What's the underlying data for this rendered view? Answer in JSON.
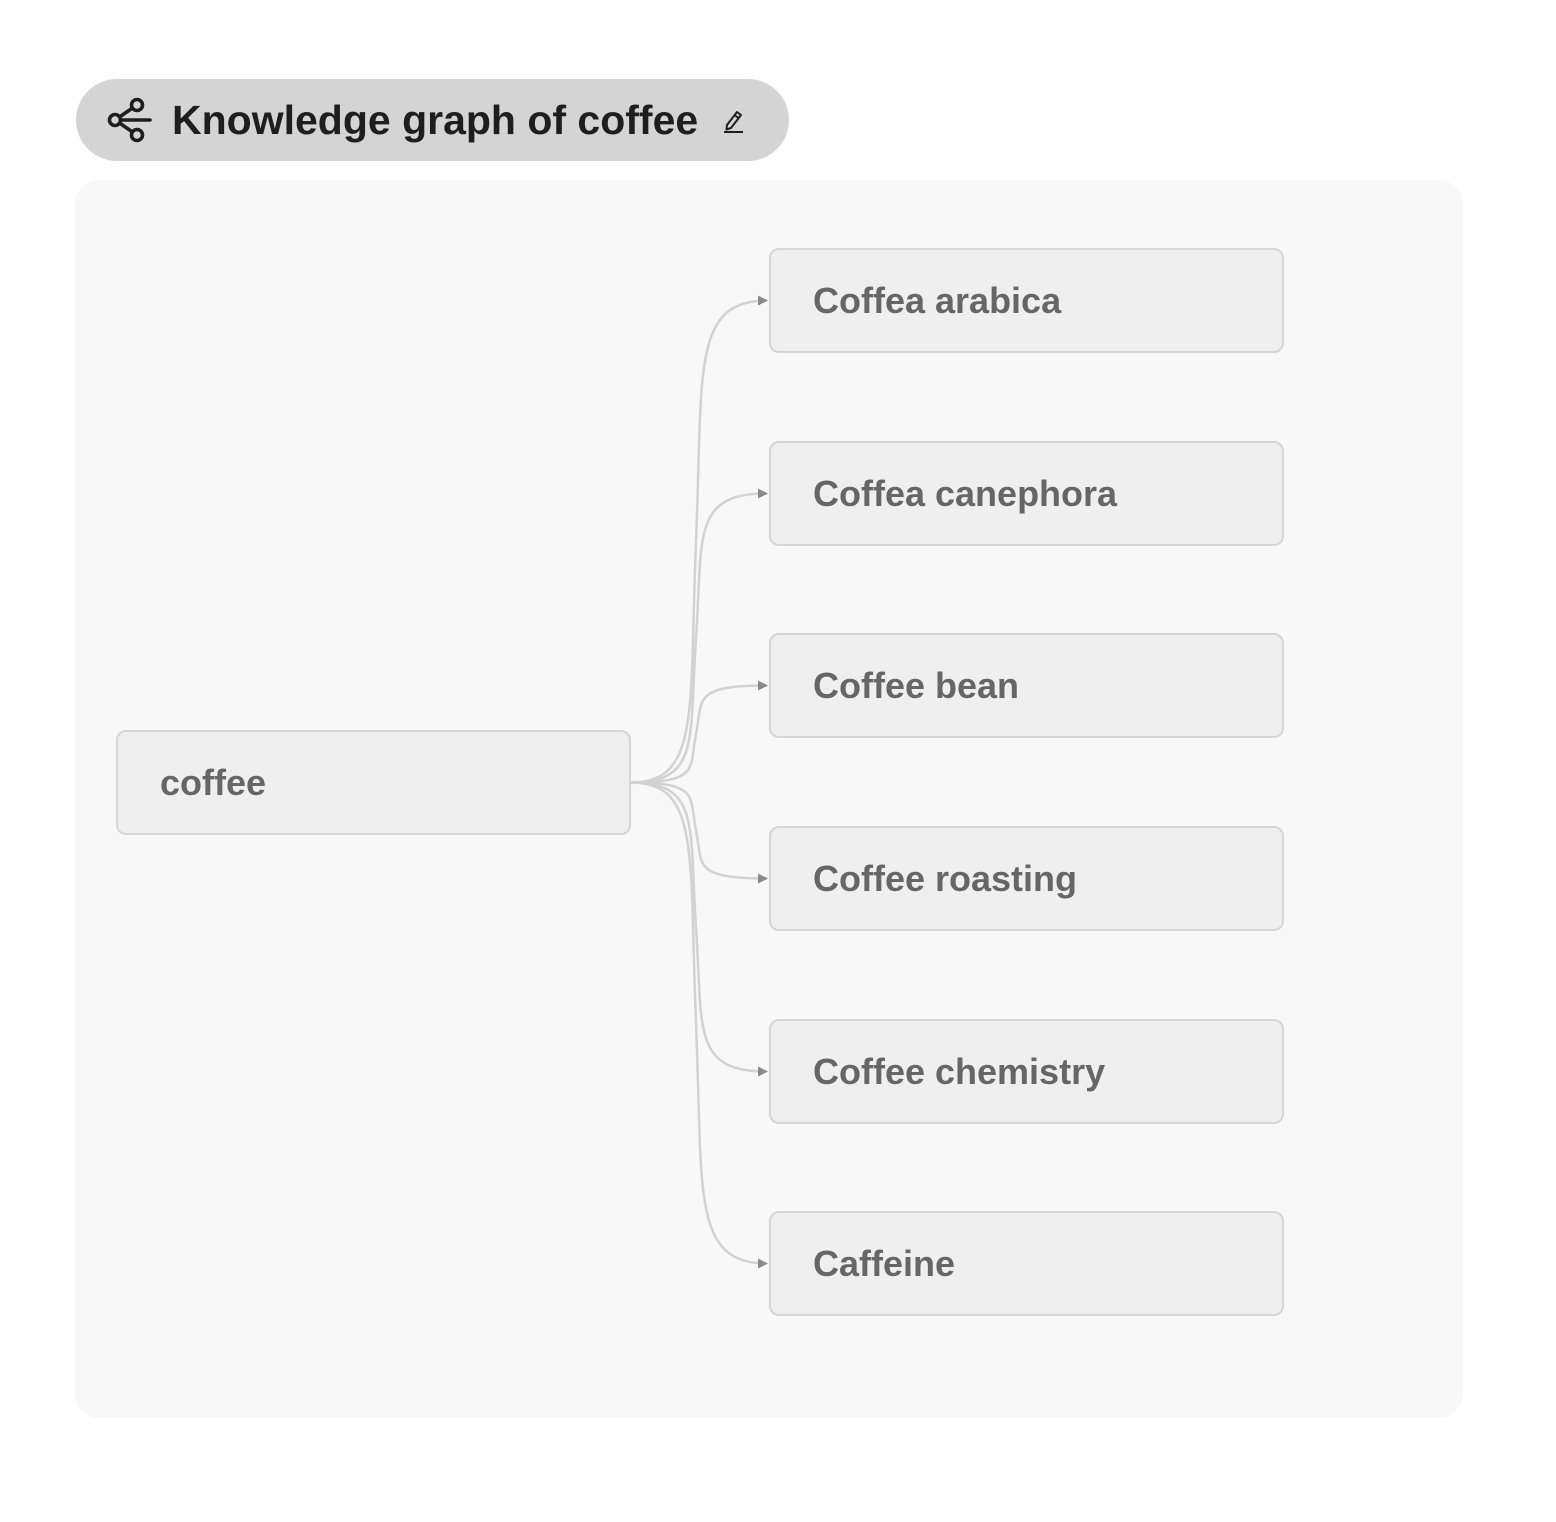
{
  "header": {
    "title": "Knowledge graph of coffee",
    "graph_icon": "share-graph-icon",
    "edit_icon": "pencil-edit-icon"
  },
  "graph": {
    "root": {
      "label": "coffee"
    },
    "children": [
      {
        "label": "Coffea arabica"
      },
      {
        "label": "Coffea canephora"
      },
      {
        "label": "Coffee bean"
      },
      {
        "label": "Coffee roasting"
      },
      {
        "label": "Coffee chemistry"
      },
      {
        "label": "Caffeine"
      }
    ]
  },
  "colors": {
    "title_pill": "#d4d4d4",
    "canvas": "#f8f8f8",
    "node_fill": "#efefef",
    "node_border": "#d6d6d6",
    "node_text": "#666666",
    "edge": "#d2d2d2",
    "arrow": "#8a8a8a"
  }
}
